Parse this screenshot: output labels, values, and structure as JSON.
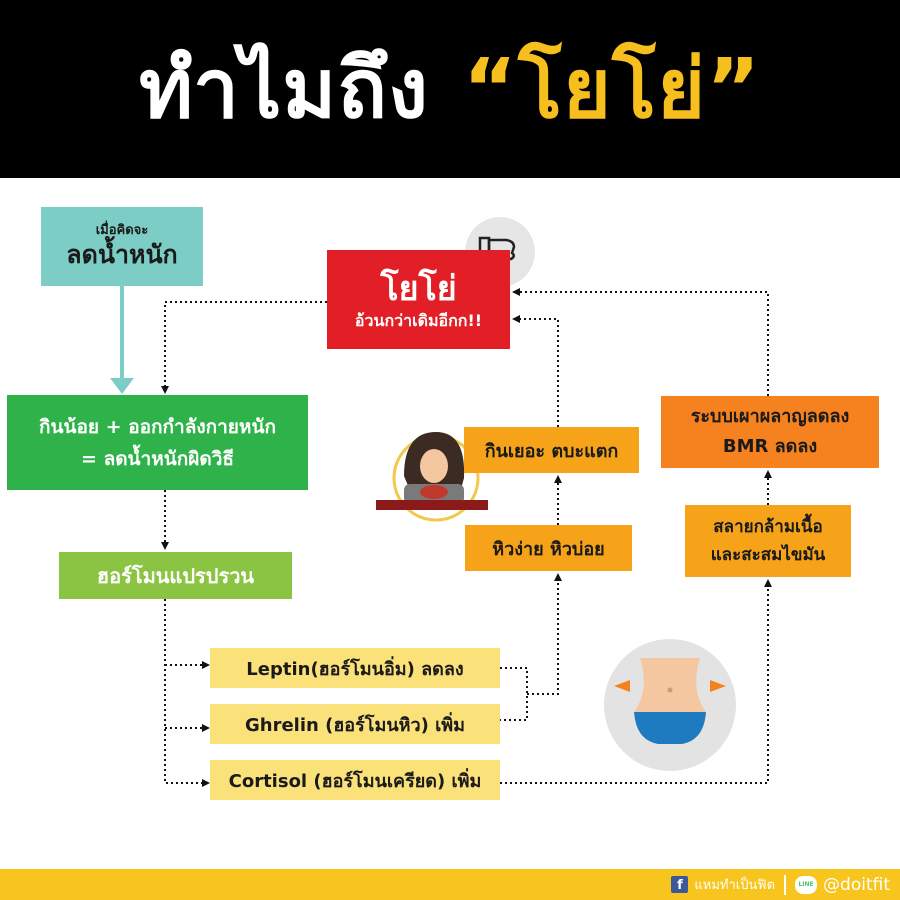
{
  "header": {
    "title_white": "ทำไมถึง",
    "title_yellow": "“โยโย่”"
  },
  "boxes": {
    "start": {
      "small": "เมื่อคิดจะ",
      "big": "ลดน้ำหนัก"
    },
    "yoyo": {
      "big": "โยโย่",
      "small": "อ้วนกว่าเดิมอีกก!!"
    },
    "diet": {
      "line1": "กินน้อย + ออกกำลังกายหนัก",
      "line2": "= ลดน้ำหนักผิดวิธี"
    },
    "hormone": "ฮอร์โมนแปรปรวน",
    "eat": "กินเยอะ ตบะแตก",
    "hungry": "หิวง่าย หิวบ่อย",
    "bmr": {
      "line1": "ระบบเผาผลาญลดลง",
      "line2": "BMR ลดลง"
    },
    "muscle": {
      "line1": "สลายกล้ามเนื้อ",
      "line2": "และสะสมไขมัน"
    },
    "leptin": "Leptin(ฮอร์โมนอิ่ม) ลดลง",
    "ghrelin": "Ghrelin (ฮอร์โมนหิว) เพิ่ม",
    "cortisol": "Cortisol (ฮอร์โมนเครียด) เพิ่ม"
  },
  "footer": {
    "facebook_page": "แหมทำเป็นฟิต",
    "line_handle": "@doitfit"
  },
  "colors": {
    "header_bg": "#000000",
    "title_accent": "#f7bf1d",
    "start_box": "#7ccdc6",
    "yoyo_box": "#e21f26",
    "diet_box": "#2fb24a",
    "hormone_box": "#8bc443",
    "orange_box": "#f7a31a",
    "dark_orange_box": "#f5821f",
    "yellow_box": "#fbe17a",
    "footer_bg": "#f7c51d"
  },
  "icons": [
    "thumbs-down-icon",
    "eating-woman-illustration",
    "belly-waist-icon",
    "facebook-icon",
    "line-icon"
  ]
}
